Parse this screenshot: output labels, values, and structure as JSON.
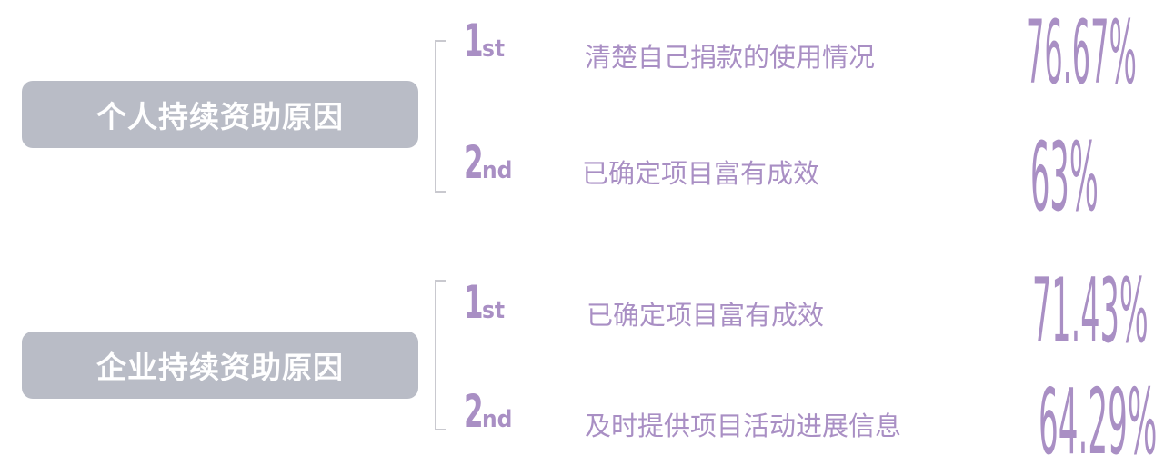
{
  "groups": [
    {
      "title": "个人持续资助原因",
      "items": [
        {
          "rank_num": "1",
          "rank_suffix": "st",
          "reason": "清楚自己捐款的使用情况",
          "percent": "76.67%"
        },
        {
          "rank_num": "2",
          "rank_suffix": "nd",
          "reason": "已确定项目富有成效",
          "percent": "63%"
        }
      ]
    },
    {
      "title": "企业持续资助原因",
      "items": [
        {
          "rank_num": "1",
          "rank_suffix": "st",
          "reason": "已确定项目富有成效",
          "percent": "71.43%"
        },
        {
          "rank_num": "2",
          "rank_suffix": "nd",
          "reason": "及时提供项目活动进展信息",
          "percent": "64.29%"
        }
      ]
    }
  ],
  "colors": {
    "accent": "#a98fc4",
    "pill_background": "#b9bcc6",
    "pill_text": "#ffffff",
    "bracket": "#c9c9cf"
  }
}
